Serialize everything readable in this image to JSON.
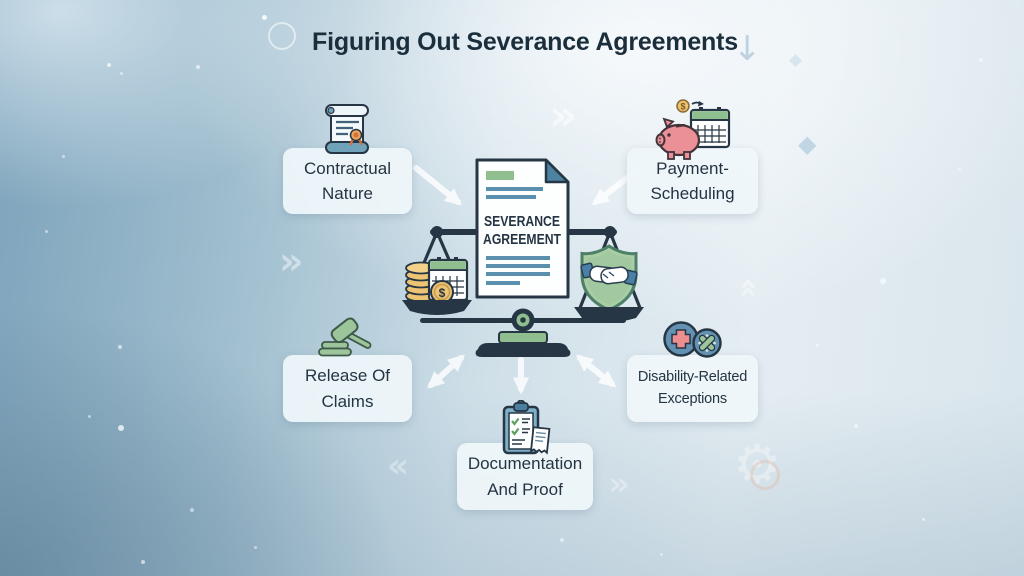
{
  "title": "Figuring Out Severance Agreements",
  "palette": {
    "title_text": "#1b2e3c",
    "node_text": "#243442",
    "node_bg": "#eff6fa",
    "outline_navy": "#263644",
    "green": "#8fbf8f",
    "gavel_green": "#9cc59b",
    "doc_line_blue": "#5b8fae",
    "fold_teal": "#4d83a0",
    "coin_gold": "#ecc473",
    "piggy_pink": "#ea9096",
    "circle_steel_blue": "#6291b2",
    "cross_pink": "#ef8e8e",
    "arrow_white": "#ffffff"
  },
  "center_graphic": {
    "name": "balance-scale-severance-agreement",
    "document_title_line1": "SEVERANCE",
    "document_title_line2": "AGREEMENT",
    "dollar_sign": "$",
    "icons": [
      "coin-stack-icon",
      "calendar-icon",
      "dollar-coin-icon",
      "shield-handshake-icon",
      "scale-icon"
    ]
  },
  "nodes": [
    {
      "id": "contractual-nature",
      "line1": "Contractual",
      "line2": "Nature",
      "icon": "scroll-certificate-icon"
    },
    {
      "id": "payment-scheduling",
      "line1": "Payment-",
      "line2": "Scheduling",
      "icon": "piggy-bank-calendar-icon"
    },
    {
      "id": "release-of-claims",
      "line1": "Release Of",
      "line2": "Claims",
      "icon": "gavel-icon"
    },
    {
      "id": "disability-related-exceptions",
      "line1": "Disability-Related",
      "line2": "Exceptions",
      "icon": "medical-cross-circles-icon"
    },
    {
      "id": "documentation-and-proof",
      "line1": "Documentation",
      "line2": "And Proof",
      "icon": "clipboard-checklist-icon"
    }
  ]
}
